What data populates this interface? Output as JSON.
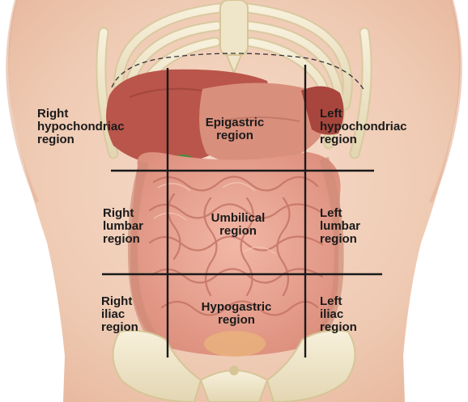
{
  "regions": {
    "right_hypochondriac": [
      "Right",
      "hypochondriac",
      "region"
    ],
    "epigastric": [
      "Epigastric",
      "region"
    ],
    "left_hypochondriac": [
      "Left",
      "hypochondriac",
      "region"
    ],
    "right_lumbar": [
      "Right",
      "lumbar",
      "region"
    ],
    "umbilical": [
      "Umbilical",
      "region"
    ],
    "left_lumbar": [
      "Left",
      "lumbar",
      "region"
    ],
    "right_iliac": [
      "Right",
      "iliac",
      "region"
    ],
    "hypogastric": [
      "Hypogastric",
      "region"
    ],
    "left_iliac": [
      "Left",
      "iliac",
      "region"
    ]
  },
  "colors": {
    "skin": "#f1d1bc",
    "bone": "#eee4c6",
    "liver": "#b9554a",
    "stomach": "#d88f7c",
    "intestine": "#e8a596",
    "grid_line": "#1a1a1a"
  }
}
